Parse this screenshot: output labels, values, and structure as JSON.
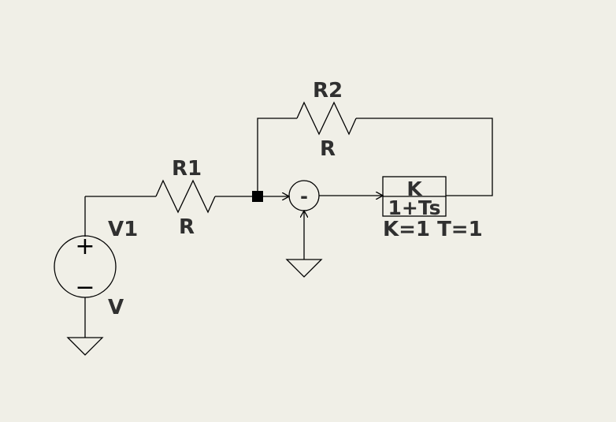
{
  "canvas": {
    "background": "#f0efe7",
    "wire_color": "#000000",
    "label_color": "#303030"
  },
  "components": {
    "v1": {
      "name": "V1",
      "value": "V",
      "plus_symbol": "+",
      "minus_symbol": "−"
    },
    "r1": {
      "name": "R1",
      "value": "R"
    },
    "r2": {
      "name": "R2",
      "value": "R"
    },
    "summer": {
      "symbol": "-"
    },
    "transfer_block": {
      "numerator": "K",
      "denominator": "1+Ts",
      "params": "K=1 T=1"
    }
  }
}
